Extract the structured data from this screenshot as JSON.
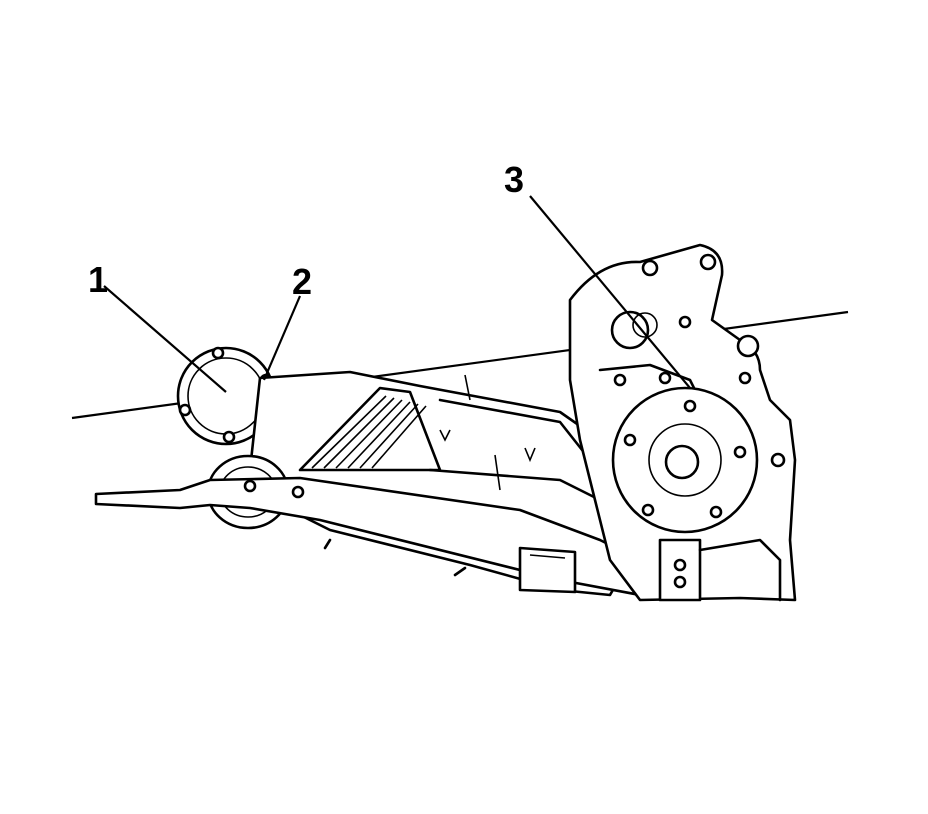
{
  "diagram": {
    "callouts": [
      {
        "id": "callout-1",
        "label": "1"
      },
      {
        "id": "callout-2",
        "label": "2"
      },
      {
        "id": "callout-3",
        "label": "3"
      }
    ],
    "colors": {
      "line": "#000000",
      "background": "#ffffff"
    }
  }
}
